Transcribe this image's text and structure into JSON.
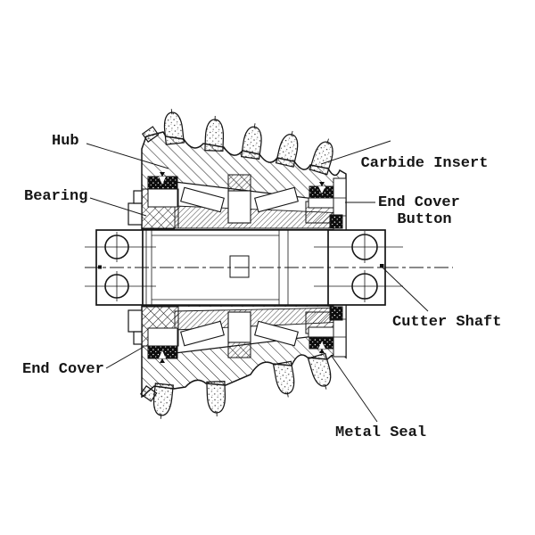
{
  "figure": {
    "type": "technical-cross-section-diagram",
    "subject": "Raise boring cutter assembly section view",
    "labels": {
      "hub": "Hub",
      "bearing": "Bearing",
      "carbide_line1": "Carbide Insert",
      "carbide_line2": "Button",
      "end_cover_right": "End Cover",
      "cutter_shaft": "Cutter Shaft",
      "end_cover_left": "End Cover",
      "metal_seal": "Metal Seal"
    },
    "colors": {
      "background": "#ffffff",
      "line": "#161616",
      "hatch": "#1c1c1c",
      "seal_dark": "#0d0d0d"
    }
  }
}
